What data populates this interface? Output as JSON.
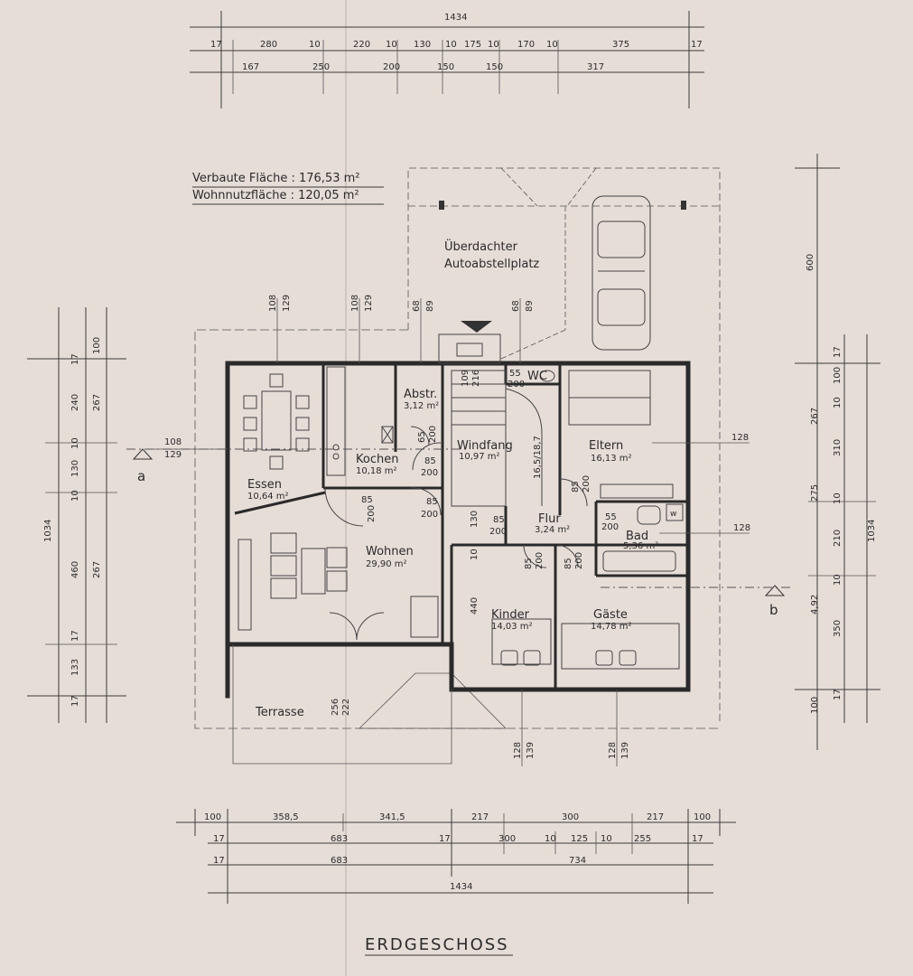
{
  "stats": {
    "built_area": "Verbaute Fläche : 176,53 m²",
    "living_area": "Wohnnutzfläche : 120,05 m²"
  },
  "carport": {
    "line1": "Überdachter",
    "line2": "Autoabstellplatz"
  },
  "title": "ERDGESCHOSS",
  "rooms": {
    "essen": {
      "name": "Essen",
      "area": "10,64 m²"
    },
    "kochen": {
      "name": "Kochen",
      "area": "10,18 m²"
    },
    "abstr": {
      "name": "Abstr.",
      "area": "3,12 m²"
    },
    "windfang": {
      "name": "Windfang",
      "area": "10,97 m²"
    },
    "wc": {
      "name": "WC",
      "area": ""
    },
    "eltern": {
      "name": "Eltern",
      "area": "16,13 m²"
    },
    "wohnen": {
      "name": "Wohnen",
      "area": "29,90 m²"
    },
    "flur": {
      "name": "Flur",
      "area": "3,24 m²"
    },
    "bad": {
      "name": "Bad",
      "area": "5,36 m²"
    },
    "kinder": {
      "name": "Kinder",
      "area": "14,03 m²"
    },
    "gaeste": {
      "name": "Gäste",
      "area": "14,78 m²"
    },
    "terrasse": {
      "name": "Terrasse",
      "area": ""
    }
  },
  "sections": {
    "a": "a",
    "b": "b"
  },
  "dims": {
    "top_total": "1434",
    "top_row1": [
      "17",
      "280",
      "10",
      "220",
      "10",
      "130",
      "10",
      "175",
      "10",
      "170",
      "10",
      "375",
      "17"
    ],
    "top_row2": [
      "167",
      "250",
      "200",
      "150",
      "150",
      "317"
    ],
    "bottom_row1": [
      "100",
      "358,5",
      "341,5",
      "217",
      "300",
      "217",
      "100"
    ],
    "bottom_row2": [
      "17",
      "683",
      "17",
      "300",
      "10",
      "125",
      "10",
      "255",
      "17"
    ],
    "bottom_row3": [
      "17",
      "683",
      "734"
    ],
    "bottom_total": "1434",
    "left_total": "1034",
    "left_row": [
      "100",
      "17",
      "240",
      "10",
      "130",
      "10",
      "460",
      "17",
      "133",
      "17"
    ],
    "left_inner": [
      "267",
      "267"
    ],
    "right_total": "1034",
    "right_row": [
      "600",
      "17",
      "100",
      "10",
      "310",
      "10",
      "210",
      "10",
      "350",
      "17",
      "100"
    ],
    "right_inner": [
      "267",
      "275",
      "4,92"
    ],
    "window_heights": {
      "w1": [
        "108",
        "129"
      ],
      "w2": [
        "108",
        "129"
      ],
      "w3": [
        "68",
        "89"
      ],
      "w4": [
        "68",
        "89"
      ],
      "w5": [
        "108",
        "129"
      ],
      "w6": [
        "128",
        "139"
      ],
      "w7": [
        "128",
        "139"
      ],
      "eltern": "128",
      "bad": "128"
    },
    "doors": [
      "85",
      "200",
      "65",
      "200",
      "85",
      "200",
      "85",
      "200",
      "85",
      "200",
      "85",
      "200",
      "85",
      "200",
      "85",
      "200",
      "55",
      "200",
      "55",
      "200",
      "109",
      "216",
      "130"
    ],
    "stairs": [
      "16,5/18,7"
    ],
    "misc": [
      "256",
      "222",
      "440",
      "10"
    ]
  }
}
